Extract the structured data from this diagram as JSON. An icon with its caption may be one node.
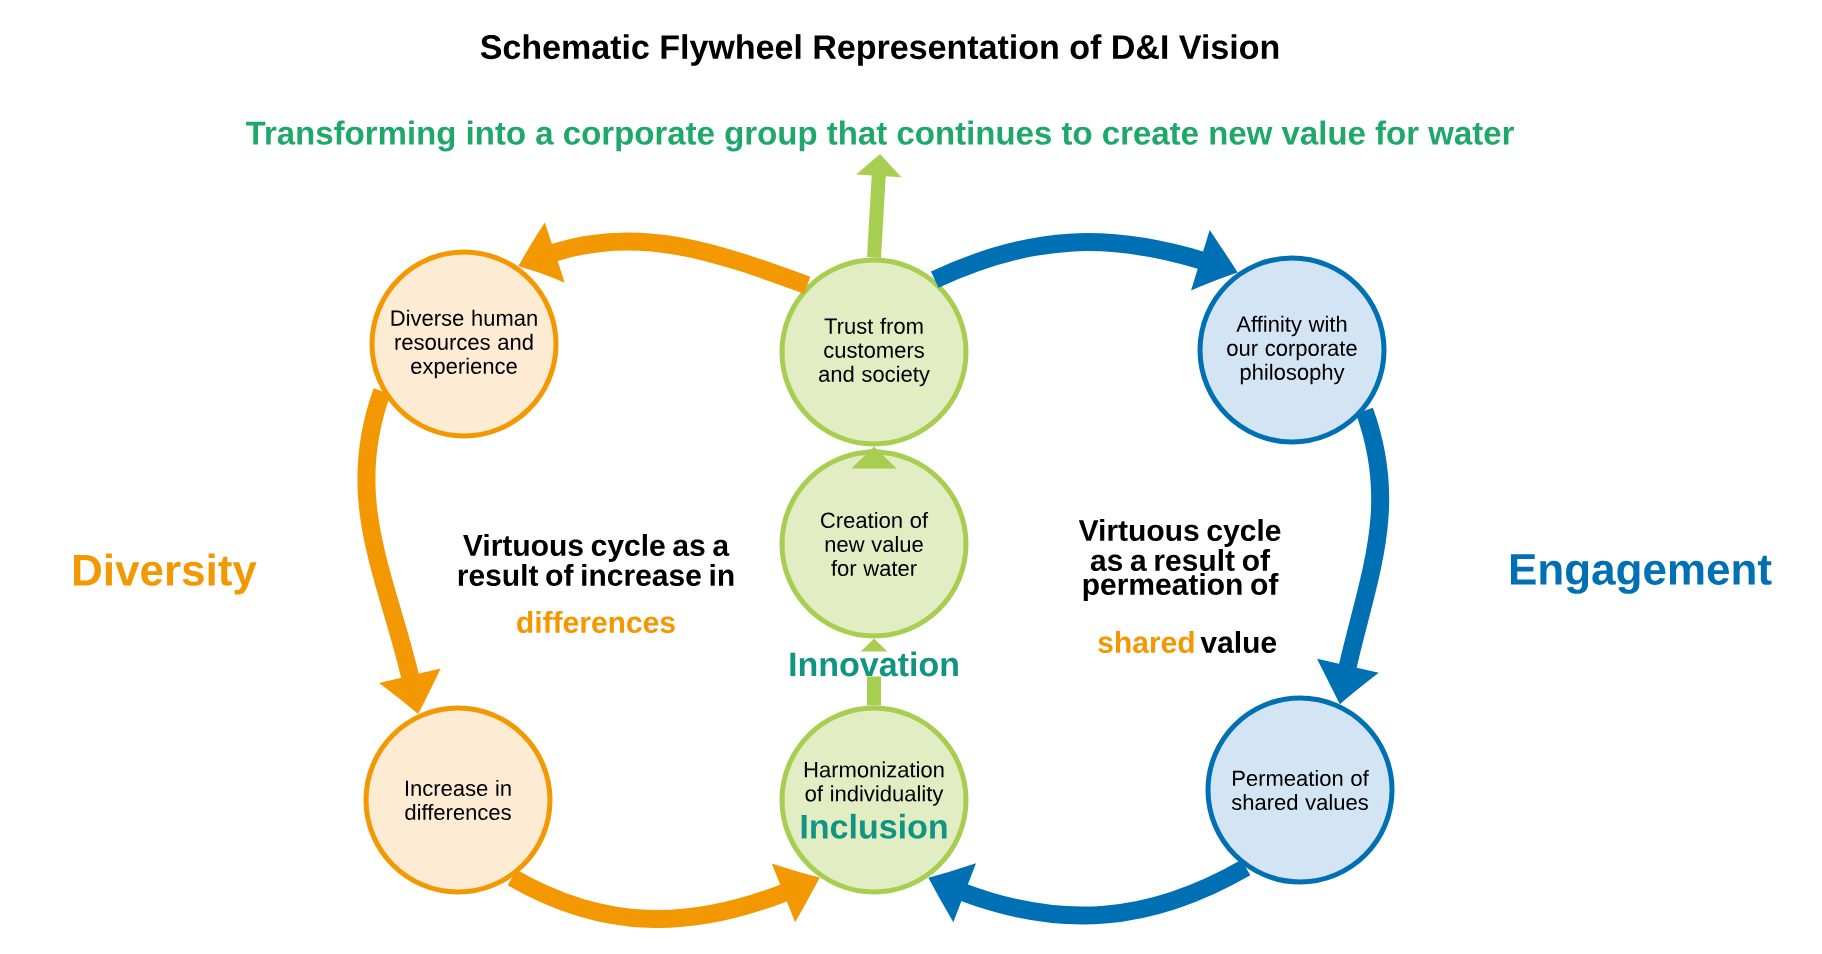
{
  "diagram": {
    "title": "Schematic Flywheel Representation of D&I Vision",
    "nodes": [
      {
        "text": [
          "Diverse human resources and experience"
        ]
      },
      {
        "text": [
          "Trust from customers and society"
        ]
      },
      {
        "text": [
          "Affinity with our corporate philosophy"
        ]
      },
      {
        "text": [
          "Creation of new value for water"
        ]
      },
      {
        "text": [
          "Increase in differences"
        ]
      },
      {
        "text": [
          "Harmonization of individuality",
          "Inclusion"
        ]
      },
      {
        "text": [
          "Permeation of shared values"
        ]
      },
      {
        "text": [
          "Transforming into a corporate group that continues to create new value for water"
        ]
      }
    ],
    "edges": [
      {
        "from": 1,
        "to": 0,
        "arrow": "to",
        "color": "#f39800"
      },
      {
        "from": 0,
        "to": 4,
        "arrow": "to",
        "color": "#f39800"
      },
      {
        "from": 4,
        "to": 5,
        "arrow": "to",
        "color": "#f39800"
      },
      {
        "from": 1,
        "to": 2,
        "arrow": "to",
        "color": "#0070b5"
      },
      {
        "from": 2,
        "to": 6,
        "arrow": "to",
        "color": "#0070b5"
      },
      {
        "from": 6,
        "to": 5,
        "arrow": "to",
        "color": "#0070b5"
      },
      {
        "from": 5,
        "to": 3,
        "arrow": "to",
        "color": "#a8ce51",
        "label": "Innovation"
      },
      {
        "from": 3,
        "to": 1,
        "arrow": "to",
        "color": "#a8ce51"
      },
      {
        "from": 1,
        "to": 7,
        "arrow": "to",
        "color": "#a8ce51"
      }
    ],
    "labels": [
      "Virtuous cycle as a result of increase in",
      "differences",
      "Virtuous cycle as a result of permeation of",
      "shared",
      "value",
      "Diversity",
      "Engagement"
    ]
  }
}
